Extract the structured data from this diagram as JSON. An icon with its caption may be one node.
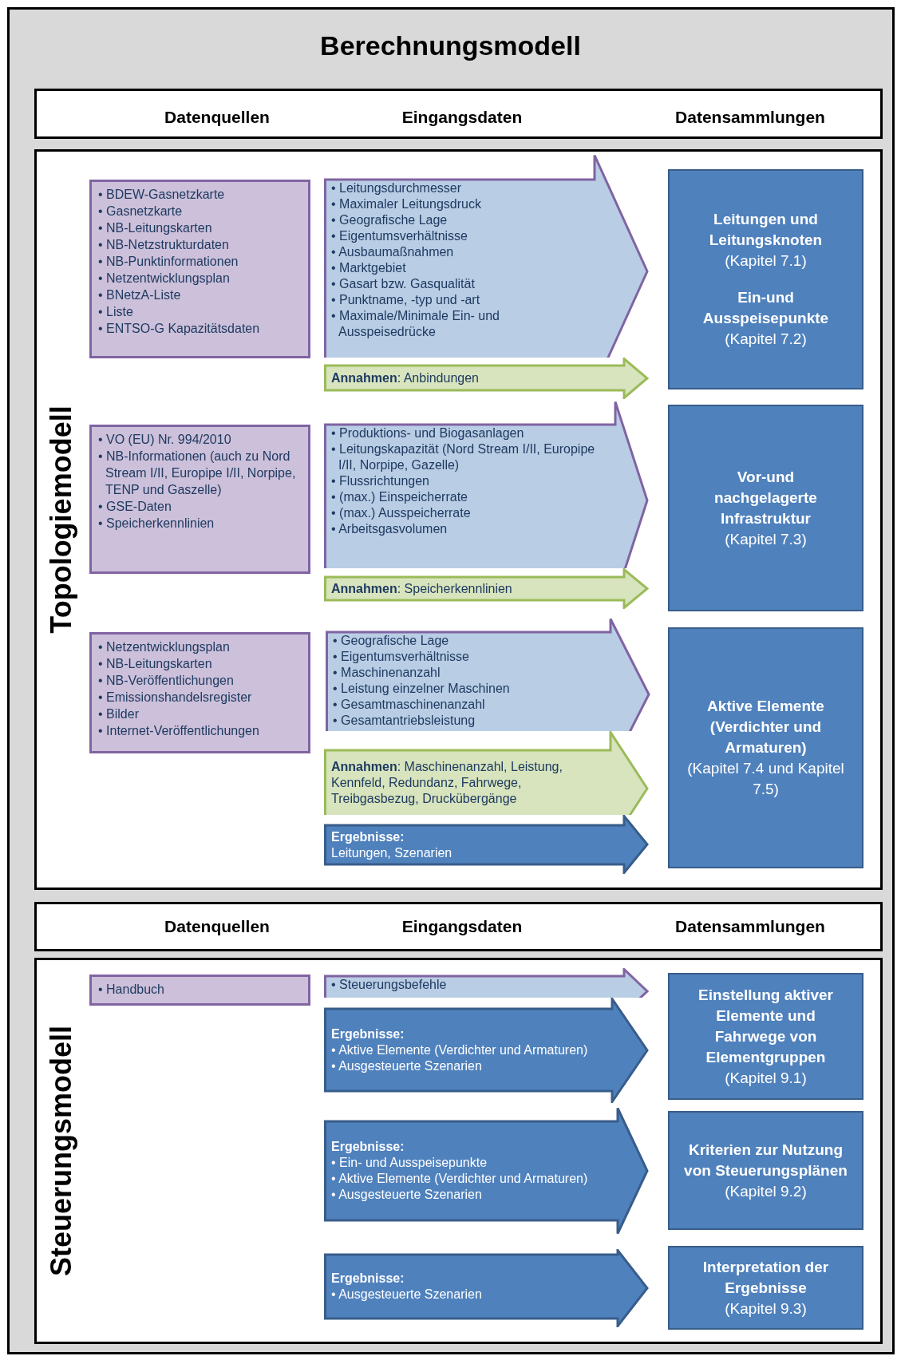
{
  "diagram": {
    "title": "Berechnungsmodell",
    "nodes": [
      {
        "text": [
          "Topologiemodell"
        ]
      },
      {
        "text": [
          "• BDEW-Gasnetzkarte",
          "• Gasnetzkarte",
          "• NB-Leitungskarten",
          "• NB-Netzstrukturdaten",
          "• NB-Punktinformationen",
          "• Netzentwicklungsplan",
          "• BNetzA-Liste",
          "• Liste",
          "• ENTSO-G Kapazitätsdaten"
        ],
        "in": 0
      },
      {
        "text": [
          "• Leitungsdurchmesser",
          "• Maximaler Leitungsdruck",
          "• Geografische Lage",
          "• Eigentumsverhältnisse",
          "• Ausbaumaßnahmen",
          "• Marktgebiet",
          "• Gasart bzw. Gasqualität",
          "• Punktname, -typ und -art",
          "• Maximale/Minimale Ein- und Ausspeisedrücke"
        ],
        "in": 0
      },
      {
        "text": [
          "**Annahmen**: Anbindungen"
        ],
        "in": 0
      },
      {
        "text": [
          "Leitungen und Leitungsknoten",
          "(Kapitel 7.1)",
          "Ein-und Ausspeisepunkte",
          "(Kapitel 7.2)"
        ],
        "in": 0
      },
      {
        "text": [
          "• VO (EU) Nr. 994/2010",
          "• NB-Informationen (auch zu Nord Stream I/II, Europipe I/II, Norpipe, TENP und Gaszelle)",
          "• GSE-Daten",
          "• Speicherkennlinien"
        ],
        "in": 0
      },
      {
        "text": [
          "• Produktions- und Biogasanlagen",
          "• Leitungskapazität (Nord Stream I/II, Europipe I/II, Norpipe, Gazelle)",
          "• Flussrichtungen",
          "• (max.) Einspeicherrate",
          "• (max.) Ausspeicherrate",
          "• Arbeitsgasvolumen"
        ],
        "in": 0
      },
      {
        "text": [
          "**Annahmen**: Speicherkennlinien"
        ],
        "in": 0
      },
      {
        "text": [
          "Vor-und nachgelagerte Infrastruktur",
          "(Kapitel 7.3)"
        ],
        "in": 0
      },
      {
        "text": [
          "• Netzentwicklungsplan",
          "• NB-Leitungskarten",
          "• NB-Veröffentlichungen",
          "• Emissionshandelsregister",
          "• Bilder",
          "• Internet-Veröffentlichungen"
        ],
        "in": 0
      },
      {
        "text": [
          "• Geografische Lage",
          "• Eigentumsverhältnisse",
          "• Maschinenanzahl",
          "• Leistung einzelner Maschinen",
          "• Gesamtmaschinenanzahl",
          "• Gesamtantriebsleistung"
        ],
        "in": 0
      },
      {
        "text": [
          "**Annahmen**: Maschinenanzahl, Leistung, Kennfeld, Redundanz, Fahrwege, Treibgasbezug, Druckübergänge"
        ],
        "in": 0
      },
      {
        "text": [
          "Ergebnisse:",
          "Leitungen, Szenarien"
        ],
        "in": 0
      },
      {
        "text": [
          "Aktive Elemente (Verdichter und Armaturen)",
          "(Kapitel 7.4 und Kapitel 7.5)"
        ],
        "in": 0
      },
      {
        "text": [
          "Steuerungsmodell"
        ]
      },
      {
        "text": [
          "• Handbuch"
        ],
        "in": 14
      },
      {
        "text": [
          "• Steuerungsbefehle"
        ],
        "in": 14
      },
      {
        "text": [
          "Ergebnisse:",
          "• Aktive Elemente (Verdichter und Armaturen)",
          "• Ausgesteuerte Szenarien"
        ],
        "in": 14
      },
      {
        "text": [
          "Einstellung aktiver Elemente und Fahrwege von Elementgruppen",
          "(Kapitel 9.1)"
        ],
        "in": 14
      },
      {
        "text": [
          "Ergebnisse:",
          "• Ein- und Ausspeisepunkte",
          "• Aktive Elemente (Verdichter und Armaturen)",
          "• Ausgesteuerte Szenarien"
        ],
        "in": 14
      },
      {
        "text": [
          "Kriterien zur Nutzung von Steuerungsplänen",
          "(Kapitel 9.2)"
        ],
        "in": 14
      },
      {
        "text": [
          "Ergebnisse:",
          "• Ausgesteuerte Szenarien"
        ],
        "in": 14
      },
      {
        "text": [
          "Interpretation der Ergebnisse",
          "(Kapitel 9.3)"
        ],
        "in": 14
      }
    ],
    "labels": [
      "Datenquellen",
      "Eingangsdaten",
      "Datensammlungen",
      "Datenquellen",
      "Eingangsdaten",
      "Datensammlungen"
    ]
  }
}
